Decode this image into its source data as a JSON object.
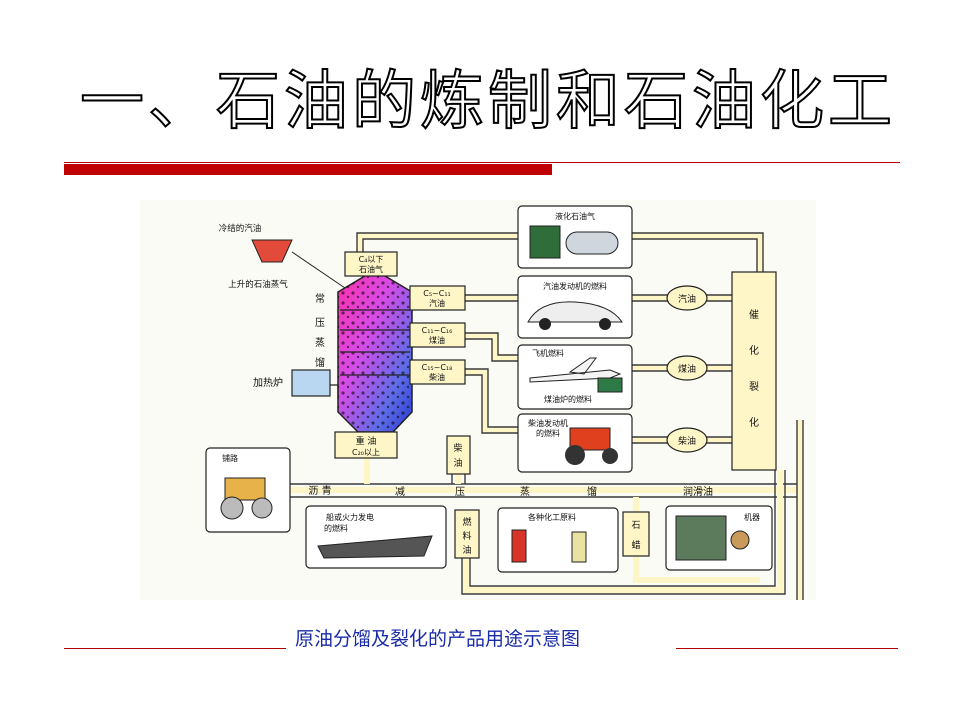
{
  "title": "一、石油的炼制和石油化工",
  "caption": "原油分馏及裂化的产品用途示意图",
  "colors": {
    "accent": "#c00000",
    "caption": "#1a2ba8",
    "pipe": "#fff6c8"
  },
  "diagram": {
    "top_left_label": "冷结的汽油",
    "rising_vapor_label": "上升的石油蒸气",
    "tower_label": [
      "常",
      "压",
      "蒸",
      "馏"
    ],
    "heater_label": "加热炉",
    "fraction_top": [
      "C₄以下",
      "石油气"
    ],
    "fraction_1": [
      "C₅~C₁₁",
      "汽油"
    ],
    "fraction_2": [
      "C₁₁~C₁₆",
      "煤油"
    ],
    "fraction_3": [
      "C₁₅~C₁₈",
      "柴油"
    ],
    "heavy_oil": [
      "重 油",
      "C₂₀以上"
    ],
    "vacuum_distill": [
      "减",
      "压",
      "蒸",
      "馏"
    ],
    "diesel_vertical": [
      "柴",
      "油"
    ],
    "fuel_oil_vertical": [
      "燃",
      "料",
      "油"
    ],
    "paraffin_vertical": [
      "石",
      "蜡"
    ],
    "asphalt": "沥 青",
    "lube_oil": "润滑油",
    "cracking": [
      "催",
      "化",
      "裂",
      "化"
    ],
    "out_gasoline": "汽油",
    "out_kerosene": "煤油",
    "out_diesel": "柴油",
    "use_lpg": "液化石油气",
    "use_car": "汽油发动机的燃料",
    "use_plane": "飞机燃料",
    "use_stove": "煤油炉的燃料",
    "use_tractor": [
      "柴油发动机",
      "的燃料"
    ],
    "use_road": "铺路",
    "use_ship": [
      "船或火力发电",
      "的燃料"
    ],
    "use_chem": "各种化工原料",
    "use_machine": "机器"
  }
}
